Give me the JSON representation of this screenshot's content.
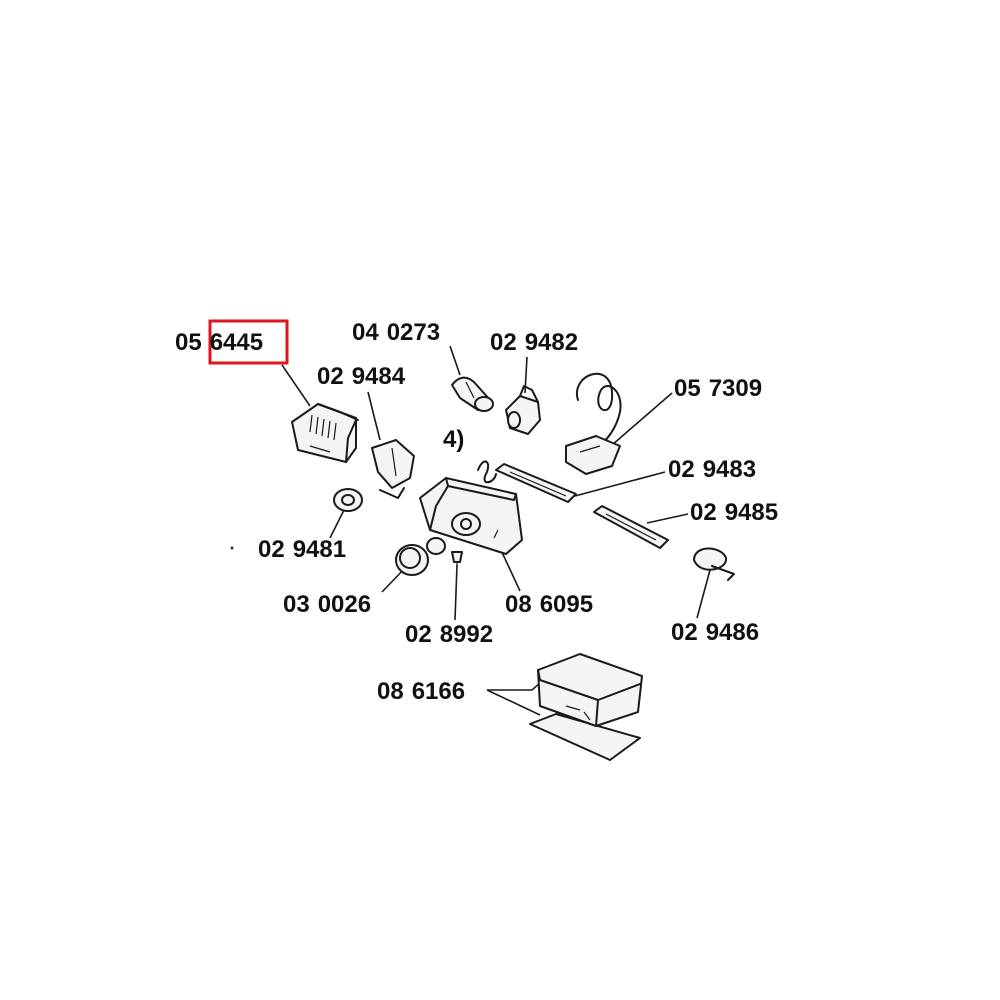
{
  "parts": [
    {
      "id": "p_056445",
      "prefix": "05",
      "suffix": "6445",
      "highlighted": true
    },
    {
      "id": "p_040273",
      "prefix": "04",
      "suffix": "0273"
    },
    {
      "id": "p_029482",
      "prefix": "02",
      "suffix": "9482"
    },
    {
      "id": "p_029484",
      "prefix": "02",
      "suffix": "9484"
    },
    {
      "id": "p_057309",
      "prefix": "05",
      "suffix": "7309"
    },
    {
      "id": "p_note4",
      "prefix": "4)",
      "suffix": ""
    },
    {
      "id": "p_029483",
      "prefix": "02",
      "suffix": "9483"
    },
    {
      "id": "p_029485",
      "prefix": "02",
      "suffix": "9485"
    },
    {
      "id": "p_029481",
      "prefix": "02",
      "suffix": "9481"
    },
    {
      "id": "p_030026",
      "prefix": "03",
      "suffix": "0026"
    },
    {
      "id": "p_086095",
      "prefix": "08",
      "suffix": "6095"
    },
    {
      "id": "p_028992",
      "prefix": "02",
      "suffix": "8992"
    },
    {
      "id": "p_029486",
      "prefix": "02",
      "suffix": "9486"
    },
    {
      "id": "p_086166",
      "prefix": "08",
      "suffix": "6166"
    }
  ],
  "highlight_color": "#e0141e"
}
